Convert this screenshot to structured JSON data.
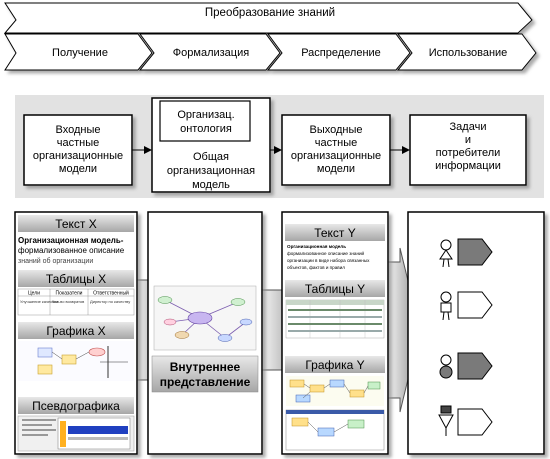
{
  "process": {
    "title": "Преобразование  знаний",
    "stages": [
      "Получение",
      "Формализация",
      "Распределение",
      "Использование"
    ]
  },
  "models": {
    "input": [
      "Входные",
      "частные",
      "организационные",
      "модели"
    ],
    "ontology_inner": [
      "Организац.",
      "онтология"
    ],
    "general": [
      "Общая",
      "организационная",
      "модель"
    ],
    "output": [
      "Выходные",
      "частные",
      "организационные",
      "модели"
    ],
    "tasks": [
      "Задачи",
      "и",
      "потребители",
      "информации"
    ]
  },
  "input_forms": {
    "text_title": "Текст X",
    "text_body": [
      "Организационная модель-",
      "формализованное описание",
      "знаний об организации"
    ],
    "tables_title": "Таблицы X",
    "table_headers": [
      "Цели",
      "Показатели",
      "Ответственный"
    ],
    "table_row": [
      "Улучшение качества",
      "Кол-во возвратов",
      "Директор по качеству"
    ],
    "graphics_title": "Графика X",
    "pseudo_title": "Псевдографика"
  },
  "internal": {
    "label": [
      "Внутреннее",
      "представление"
    ]
  },
  "output_forms": {
    "text_title": "Текст Y",
    "text_body": [
      "Организационная модель",
      "формализованное описание знаний",
      "организации в виде набора связанных",
      "объектов, фактов и правил"
    ],
    "tables_title": "Таблицы Y",
    "graphics_title": "Графика Y"
  },
  "colors": {
    "title_bar": "#d4d4d4",
    "title_bar_dark": "#a8a8a8",
    "consumer_fill": "#7a7a7a",
    "stroke": "#000000"
  }
}
